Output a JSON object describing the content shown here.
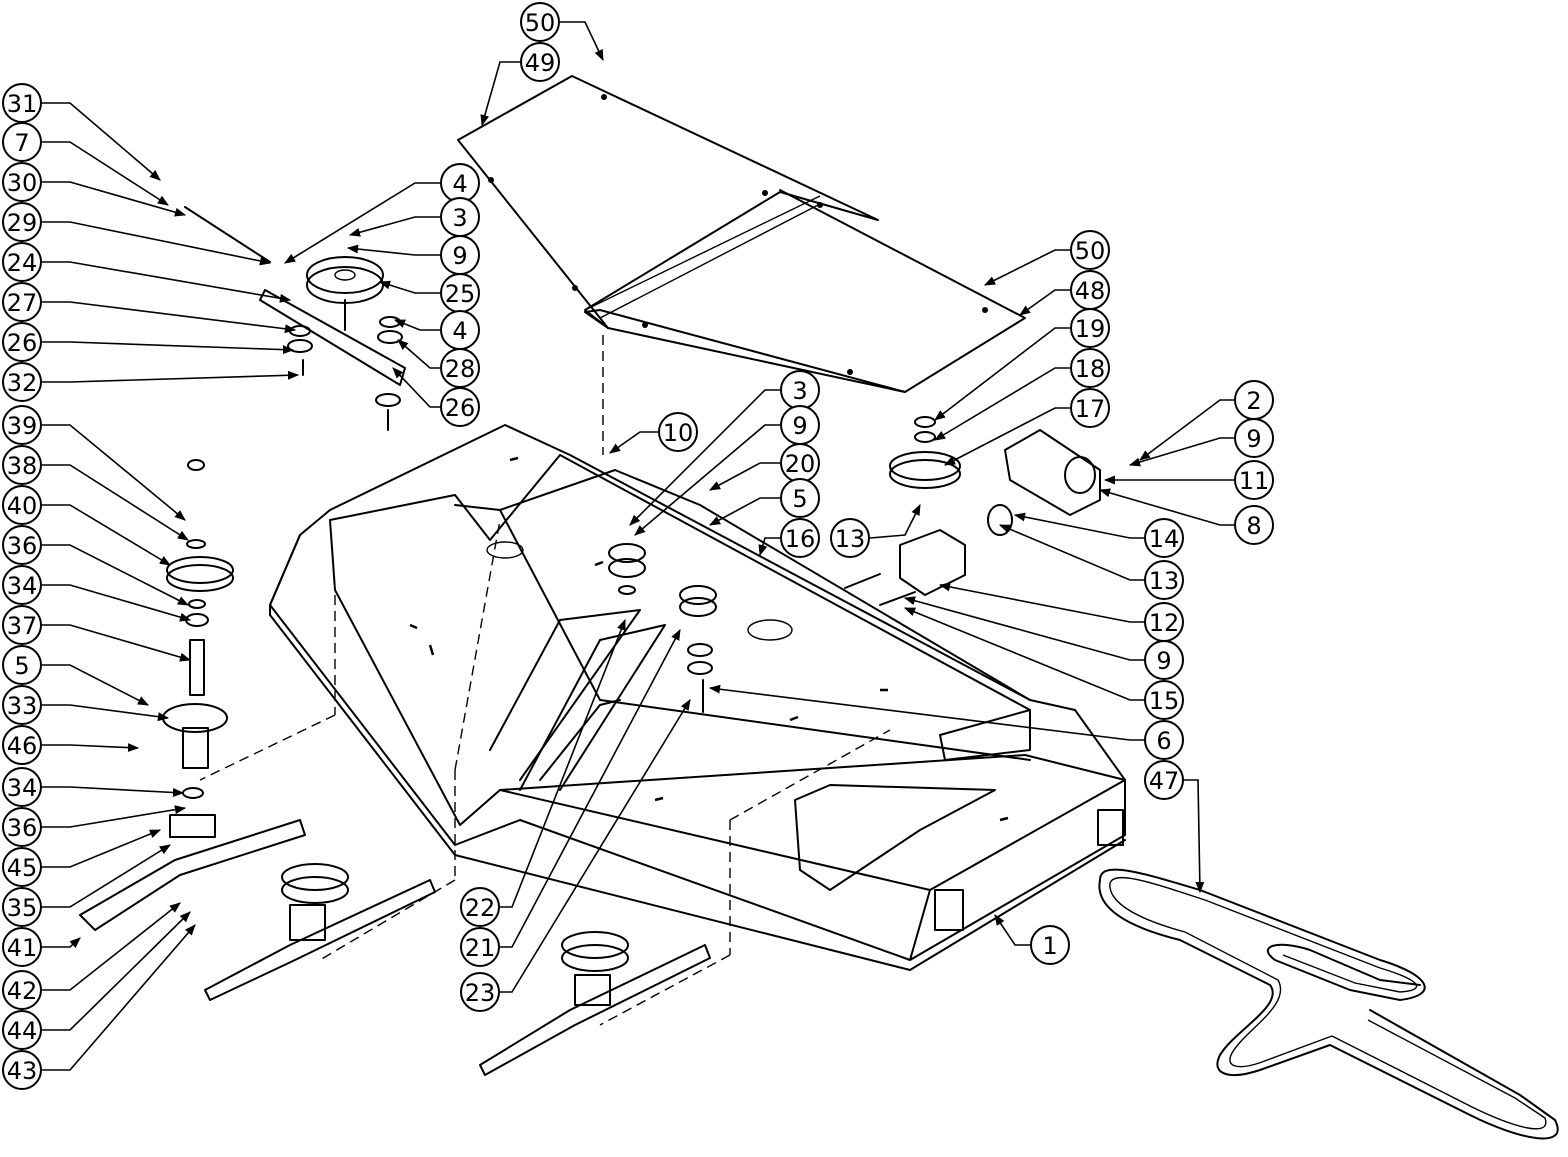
{
  "callouts": [
    "50",
    "49",
    "31",
    "7",
    "30",
    "29",
    "24",
    "27",
    "26",
    "32",
    "4",
    "3",
    "9",
    "25",
    "4",
    "28",
    "26",
    "39",
    "38",
    "40",
    "36",
    "34",
    "37",
    "5",
    "33",
    "46",
    "34",
    "36",
    "45",
    "35",
    "41",
    "42",
    "44",
    "43",
    "10",
    "3",
    "9",
    "20",
    "5",
    "16",
    "13",
    "22",
    "21",
    "23",
    "50",
    "48",
    "19",
    "18",
    "17",
    "2",
    "9",
    "11",
    "8",
    "14",
    "13",
    "12",
    "9",
    "15",
    "6",
    "47",
    "1"
  ]
}
